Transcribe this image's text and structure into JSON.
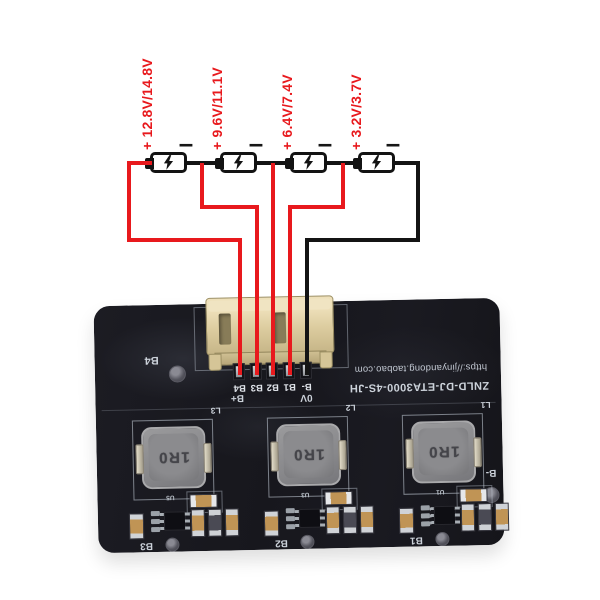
{
  "pack": {
    "minus_sign": "–",
    "batteries": [
      {
        "voltage_label": "+ 12.8V/14.8V"
      },
      {
        "voltage_label": "+ 9.6V/11.1V"
      },
      {
        "voltage_label": "+ 6.4V/7.4V"
      },
      {
        "voltage_label": "+ 3.2V/3.7V"
      }
    ]
  },
  "board": {
    "model": "ZNLD-DJ-ETA3000-4S-JH",
    "url": "https://jinyandong.taobao.com",
    "corner_label": "B4",
    "side_label": "B-",
    "pin_labels": [
      "B4",
      "B3",
      "B2",
      "B1",
      "B-"
    ],
    "pin_sublabel_left": "B+",
    "pin_sublabel_right": "0V",
    "channels": [
      {
        "l_label": "L3",
        "coil_marking": "1R0",
        "u_label": "U5",
        "bottom_label": "B3"
      },
      {
        "l_label": "L2",
        "coil_marking": "1R0",
        "u_label": "U3",
        "bottom_label": "B2"
      },
      {
        "l_label": "L1",
        "coil_marking": "1R0",
        "u_label": "U1",
        "bottom_label": "B1"
      }
    ]
  },
  "colors": {
    "red": "#e8191d",
    "silk": "#ccd2da",
    "tan": "#c09455"
  }
}
